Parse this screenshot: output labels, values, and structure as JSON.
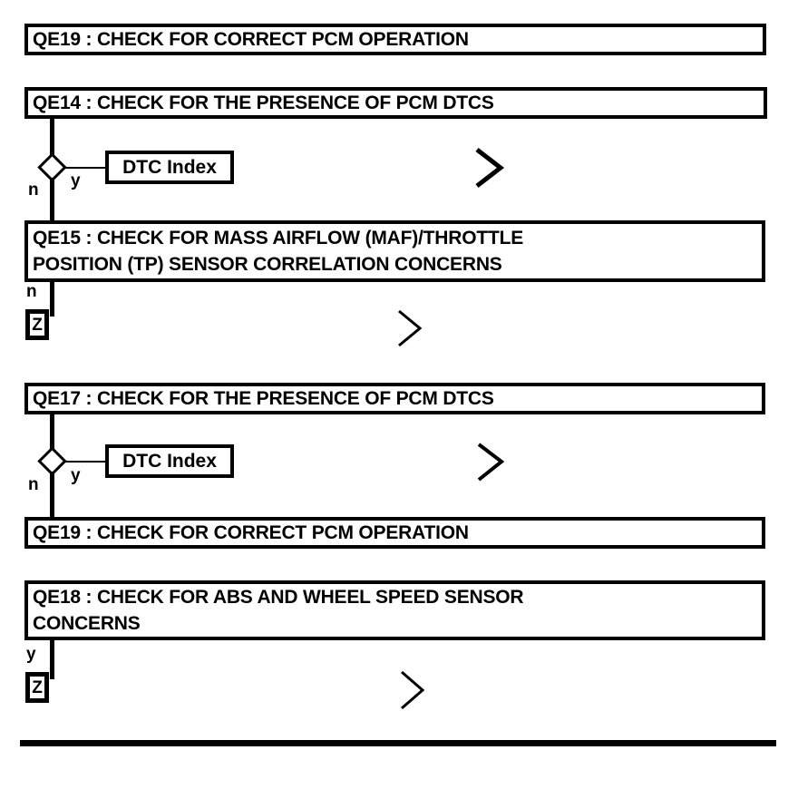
{
  "diagram": {
    "type": "flowchart",
    "background_color": "#ffffff",
    "line_color": "#000000",
    "steps": [
      {
        "id": "step-qe19-top",
        "label": "QE19 : CHECK FOR CORRECT PCM OPERATION"
      },
      {
        "id": "step-qe14",
        "label": "QE14 : CHECK FOR THE PRESENCE OF PCM DTCS"
      },
      {
        "id": "step-qe15",
        "label": "QE15 : CHECK FOR MASS AIRFLOW (MAF)/THROTTLE\nPOSITION (TP) SENSOR CORRELATION CONCERNS"
      },
      {
        "id": "step-qe17",
        "label": "QE17 : CHECK FOR THE PRESENCE OF PCM DTCS"
      },
      {
        "id": "step-qe19-lower",
        "label": "QE19 : CHECK FOR CORRECT PCM OPERATION"
      },
      {
        "id": "step-qe18",
        "label": "QE18 : CHECK FOR ABS AND WHEEL SPEED SENSOR\nCONCERNS"
      }
    ],
    "references": [
      {
        "id": "ref-dtc-index-1",
        "label": "DTC Index"
      },
      {
        "id": "ref-dtc-index-2",
        "label": "DTC Index"
      }
    ],
    "terminators": [
      {
        "id": "terminator-z-1",
        "label": "Z"
      },
      {
        "id": "terminator-z-2",
        "label": "Z"
      }
    ],
    "branch_labels": {
      "no": "n",
      "yes": "y"
    },
    "branches": [
      {
        "id": "branch-qe14-no",
        "label": "n"
      },
      {
        "id": "branch-qe14-yes",
        "label": "y"
      },
      {
        "id": "branch-qe15-no",
        "label": "n"
      },
      {
        "id": "branch-qe17-no",
        "label": "n"
      },
      {
        "id": "branch-qe17-yes",
        "label": "y"
      },
      {
        "id": "branch-qe18-yes",
        "label": "y"
      }
    ],
    "continuation_markers": [
      {
        "id": "chevron-1",
        "glyph": ">"
      },
      {
        "id": "chevron-2",
        "glyph": ">"
      },
      {
        "id": "chevron-3",
        "glyph": ">"
      },
      {
        "id": "chevron-4",
        "glyph": ">"
      }
    ]
  }
}
